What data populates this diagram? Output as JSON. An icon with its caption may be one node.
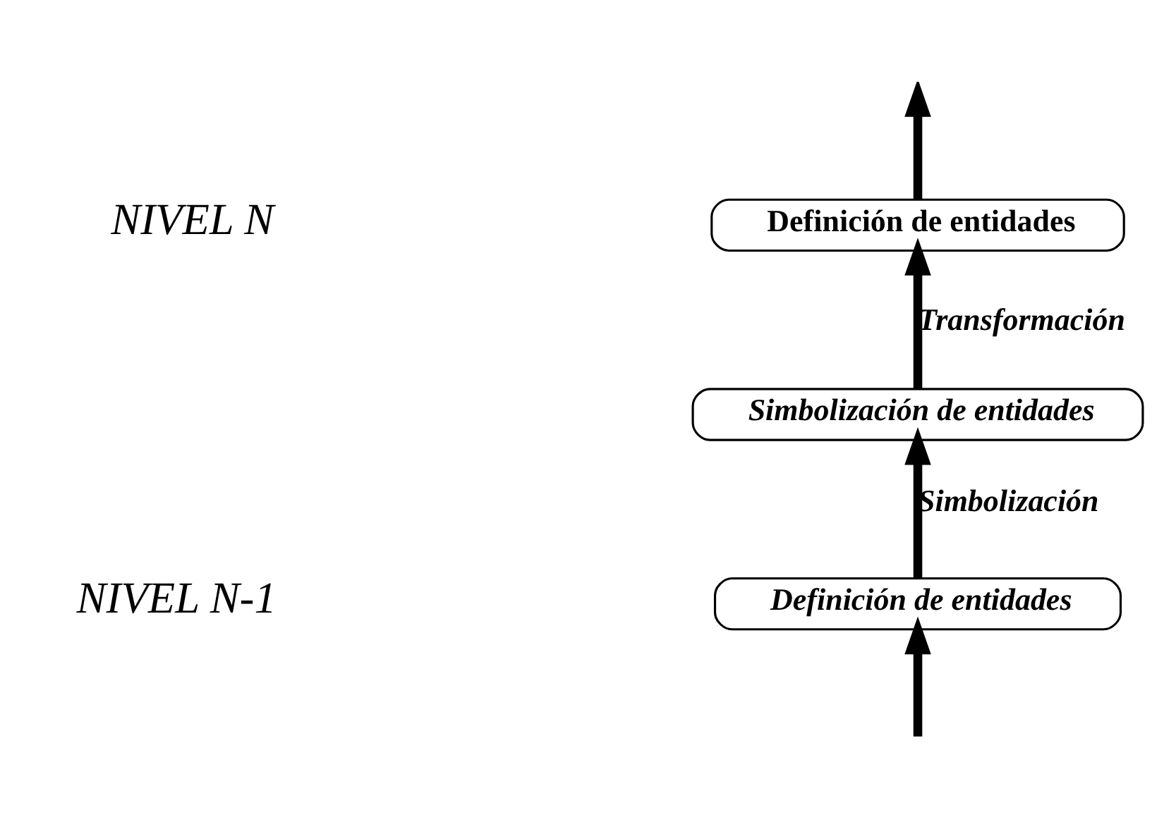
{
  "diagram": {
    "nodes": [
      {
        "text": [
          "Definición de entidades"
        ]
      },
      {
        "text": [
          "Simbolización de entidades"
        ]
      },
      {
        "text": [
          "Definición de entidades"
        ]
      }
    ],
    "edges": [
      {
        "from": null,
        "to": 2,
        "arrow": "to"
      },
      {
        "from": 2,
        "to": 1,
        "arrow": "to",
        "label": "Simbolización"
      },
      {
        "from": 1,
        "to": 0,
        "arrow": "to",
        "label": "Transformación"
      },
      {
        "from": 0,
        "to": null,
        "arrow": "to"
      }
    ],
    "labels": [
      "NIVEL N",
      "NIVEL N-1"
    ]
  }
}
